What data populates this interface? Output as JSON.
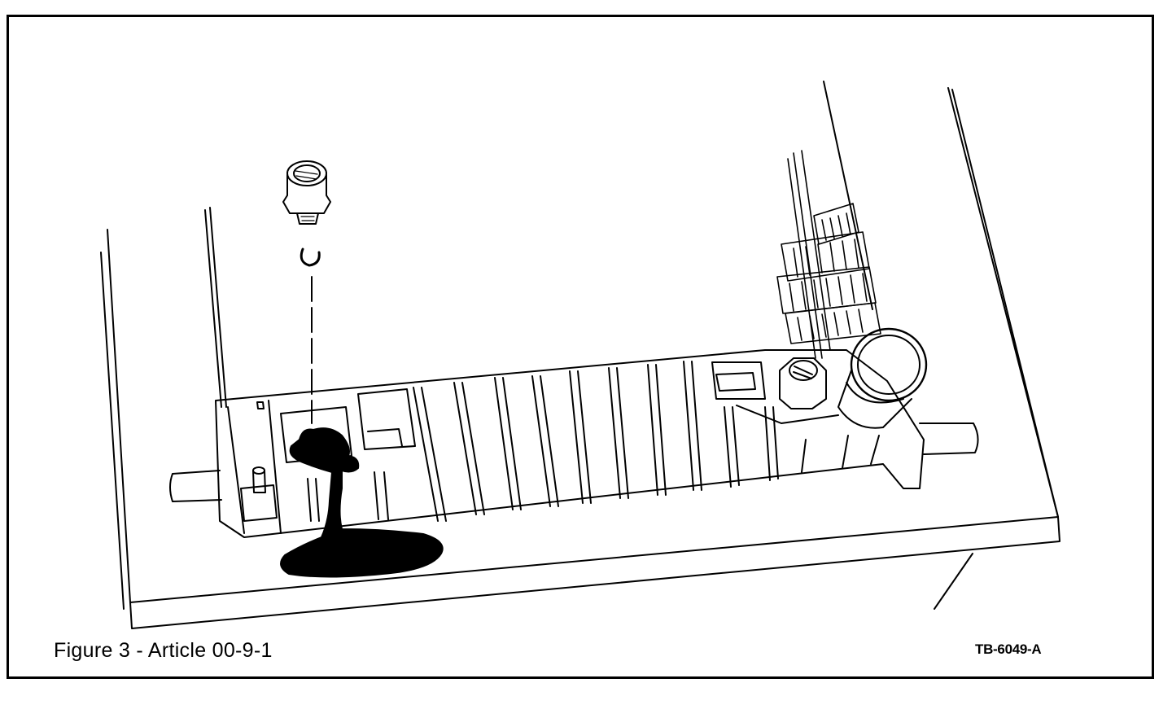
{
  "figure": {
    "caption": "Figure 3 - Article 00-9-1",
    "code": "TB-6049-A"
  },
  "illustration": {
    "subject": "radiator-with-drain-plug-removed-coolant-draining",
    "parts": [
      "drain-plug",
      "o-ring",
      "radiator-tank",
      "coolant-puddle",
      "outlet-neck",
      "work-surface"
    ],
    "ink_color": "#000000",
    "paper_color": "#ffffff"
  }
}
